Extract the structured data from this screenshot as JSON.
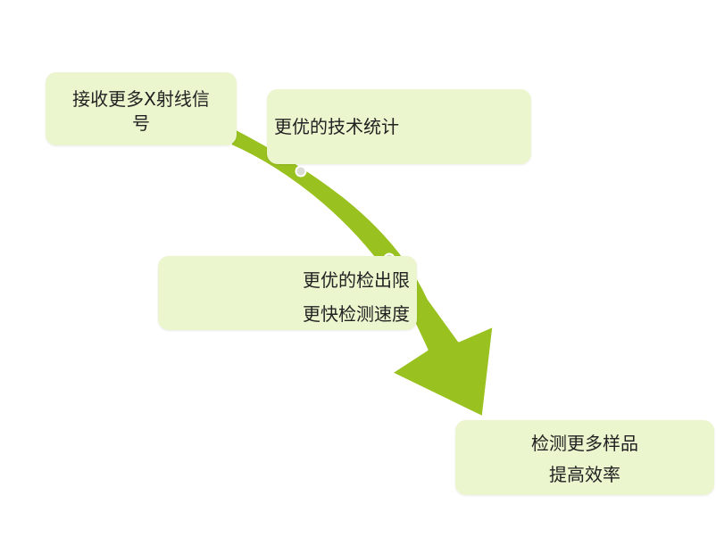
{
  "diagram": {
    "colors": {
      "arrow": "#99c11f",
      "box_fill": "#ebf5ce",
      "text": "#222222",
      "dot": "#d9dcd4"
    },
    "boxes": {
      "receive": {
        "lines": [
          "接收更多X射线信",
          "号"
        ]
      },
      "stats": {
        "lines": [
          "更优的技术统计"
        ]
      },
      "limit": {
        "lines": [
          "更优的检出限",
          "更快检测速度"
        ]
      },
      "samples": {
        "lines": [
          "检测更多样品",
          "提高效率"
        ]
      }
    }
  }
}
